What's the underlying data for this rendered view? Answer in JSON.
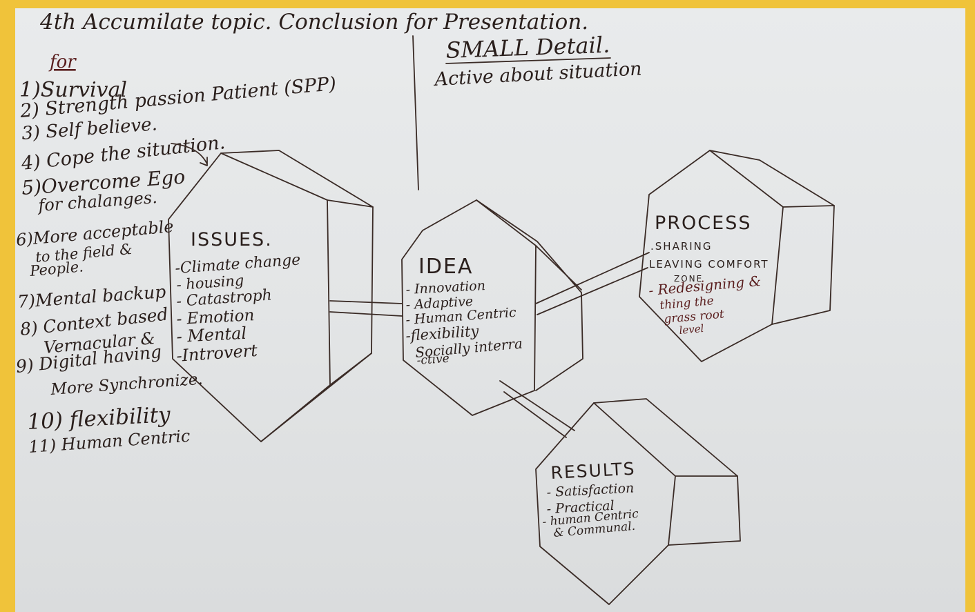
{
  "heading": "4th Accumilate topic. Conclusion for Presentation.",
  "left_list": {
    "title": "for",
    "items": [
      "1)Survival",
      "2) Strength passion Patient (SPP)",
      "3) Self believe.",
      "4) Cope the situation.",
      "5)Overcome Ego",
      "for chalanges.",
      "6)More acceptable",
      "to the field &",
      "People.",
      "7)Mental backup",
      "8) Context based",
      "Vernacular &",
      "9) Digital having",
      "More Synchronize.",
      "10) flexibility",
      "11) Human Centric"
    ]
  },
  "small_detail": {
    "title": "SMALL Detail.",
    "subtitle": "Active about situation"
  },
  "issues": {
    "title": "ISSUES.",
    "items": [
      "-Climate change",
      "- housing",
      "- Catastroph",
      "- Emotion",
      "- Mental",
      "-Introvert"
    ]
  },
  "idea": {
    "title": "IDEA",
    "items": [
      "- Innovation",
      "- Adaptive",
      "- Human Centric",
      "-flexibility",
      "Socially interra",
      "-ctive"
    ]
  },
  "process": {
    "title": "PROCESS",
    "items": [
      ".SHARING",
      "LEAVING COMFORT",
      "ZONE",
      "- Redesigning &",
      "thing the",
      "grass root",
      "level"
    ]
  },
  "results": {
    "title": "RESULTS",
    "items": [
      "- Satisfaction",
      "- Practical",
      "- human Centric",
      "& Communal."
    ]
  }
}
